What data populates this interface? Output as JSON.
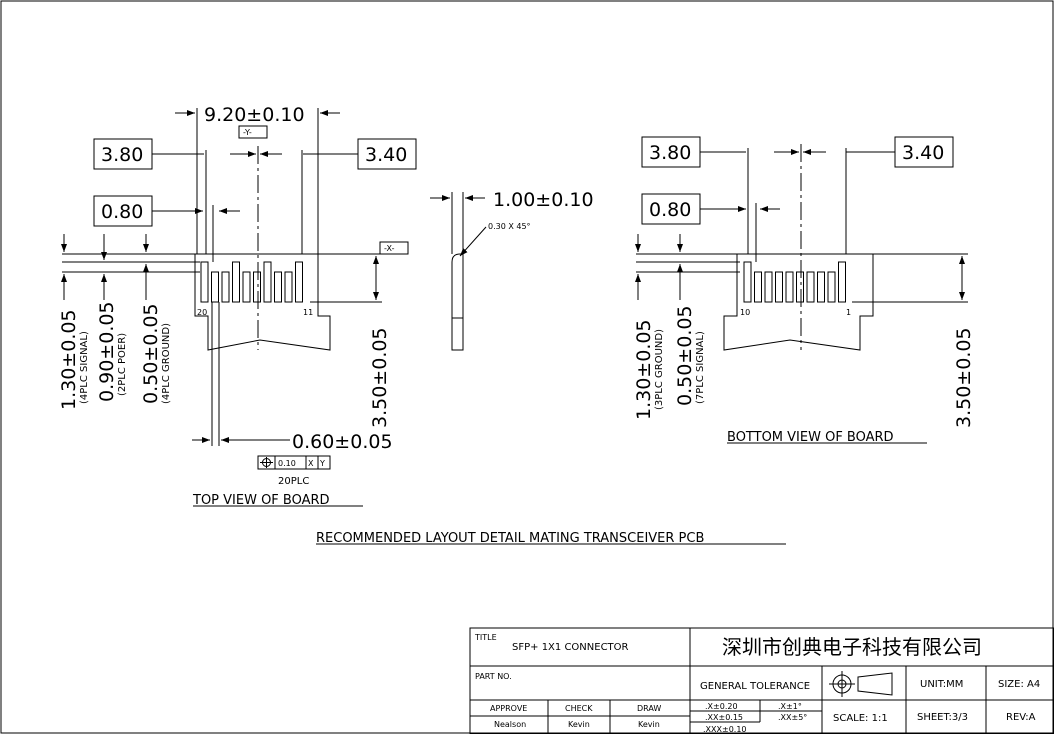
{
  "drawing": {
    "heading": "RECOMMENDED LAYOUT DETAIL MATING TRANSCEIVER PCB",
    "top_view": {
      "caption": "TOP VIEW OF BOARD",
      "dim_width": "9.20±0.10",
      "datum_y": "-Y-",
      "datum_x": "-X-",
      "dim_left": "3.80",
      "dim_right": "3.40",
      "dim_pitch": "0.80",
      "pin_first": "20",
      "pin_last": "11",
      "dim_signal": "1.30±0.05",
      "note_signal": "(4PLC SIGNAL)",
      "dim_power": "0.90±0.05",
      "note_power": "(2PLC POER)",
      "dim_ground": "0.50±0.05",
      "note_ground": "(4PLC GROUND)",
      "dim_depth": "3.50±0.05",
      "dim_pad": "0.60±0.05",
      "tol_frame": "0.10",
      "tol_ref1": "X",
      "tol_ref2": "Y",
      "tol_count": "20PLC"
    },
    "side_view": {
      "dim_thickness": "1.00±0.10",
      "chamfer": "0.30 X 45°"
    },
    "bottom_view": {
      "caption": "BOTTOM VIEW OF BOARD",
      "dim_left": "3.80",
      "dim_right": "3.40",
      "dim_pitch": "0.80",
      "pin_first": "10",
      "pin_last": "1",
      "dim_ground": "1.30±0.05",
      "note_ground": "(3PLC GROUND)",
      "dim_signal": "0.50±0.05",
      "note_signal": "(7PLC SIGNAL)",
      "dim_depth": "3.50±0.05"
    }
  },
  "title_block": {
    "title_label": "TITLE",
    "title_value": "SFP+ 1X1 CONNECTOR",
    "company": "深圳市创典电子科技有限公司",
    "part_no_label": "PART NO.",
    "general_tolerance": "GENERAL TOLERANCE",
    "unit": "UNIT:MM",
    "size": "SIZE: A4",
    "approve_label": "APPROVE",
    "check_label": "CHECK",
    "draw_label": "DRAW",
    "approve_name": "Nealson",
    "check_name": "Kevin",
    "draw_name": "Kevin",
    "tol_x": ".X±0.20",
    "tol_xx": ".XX±0.15",
    "tol_xxx": ".XXX±0.10",
    "tol_ang1": ".X±1°",
    "tol_ang2": ".XX±5°",
    "scale": "SCALE: 1:1",
    "sheet": "SHEET:3/3",
    "rev": "REV:A"
  }
}
